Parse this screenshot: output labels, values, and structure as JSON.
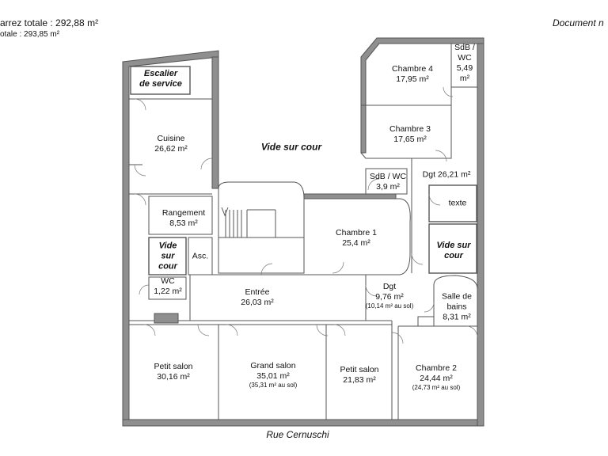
{
  "header": {
    "carrez_total": "arrez totale :  292,88 m²",
    "total": "otale :  293,85 m²",
    "document_note": "Document n"
  },
  "street": "Rue Cernuschi",
  "rooms": {
    "escalier": {
      "name_l1": "Escalier",
      "name_l2": "de service"
    },
    "cuisine": {
      "name": "Cuisine",
      "area": "26,62 m²"
    },
    "rangement": {
      "name": "Rangement",
      "area": "8,53 m²"
    },
    "vide_left": {
      "l1": "Vide",
      "l2": "sur",
      "l3": "cour"
    },
    "asc": {
      "name": "Asc."
    },
    "wc_left": {
      "name": "WC",
      "area": "1,22 m²"
    },
    "vide_center": {
      "name": "Vide sur cour"
    },
    "chambre4": {
      "name": "Chambre 4",
      "area": "17,95 m²"
    },
    "sdb_wc_top": {
      "l1": "SdB /",
      "l2": "WC",
      "l3": "5,49",
      "l4": "m²"
    },
    "chambre3": {
      "name": "Chambre 3",
      "area": "17,65 m²"
    },
    "sdb_wc_mid": {
      "name": "SdB / WC",
      "area": "3,9 m²"
    },
    "dgt_top": {
      "name": "Dgt 26,21 m²"
    },
    "texte": {
      "name": "texte"
    },
    "vide_right": {
      "l1": "Vide sur",
      "l2": "cour"
    },
    "chambre1": {
      "name": "Chambre 1",
      "area": "25,4 m²"
    },
    "entree": {
      "name": "Entrée",
      "area": "26,03 m²"
    },
    "dgt_mid": {
      "name": "Dgt",
      "area": "9,76 m²",
      "note": "(10,14 m² au sol)"
    },
    "salle_bains": {
      "l1": "Salle de",
      "l2": "bains",
      "area": "8,31 m²"
    },
    "petit_salon_left": {
      "name": "Petit salon",
      "area": "30,16 m²"
    },
    "grand_salon": {
      "name": "Grand salon",
      "area": "35,01 m²",
      "note": "(35,31 m² au sol)"
    },
    "petit_salon_right": {
      "name": "Petit salon",
      "area": "21,83 m²"
    },
    "chambre2": {
      "name": "Chambre 2",
      "area": "24,44 m²",
      "note": "(24,73 m² au sol)"
    }
  },
  "colors": {
    "wall": "#8f8f8f",
    "wall_stroke": "#555555",
    "text": "#111111"
  }
}
